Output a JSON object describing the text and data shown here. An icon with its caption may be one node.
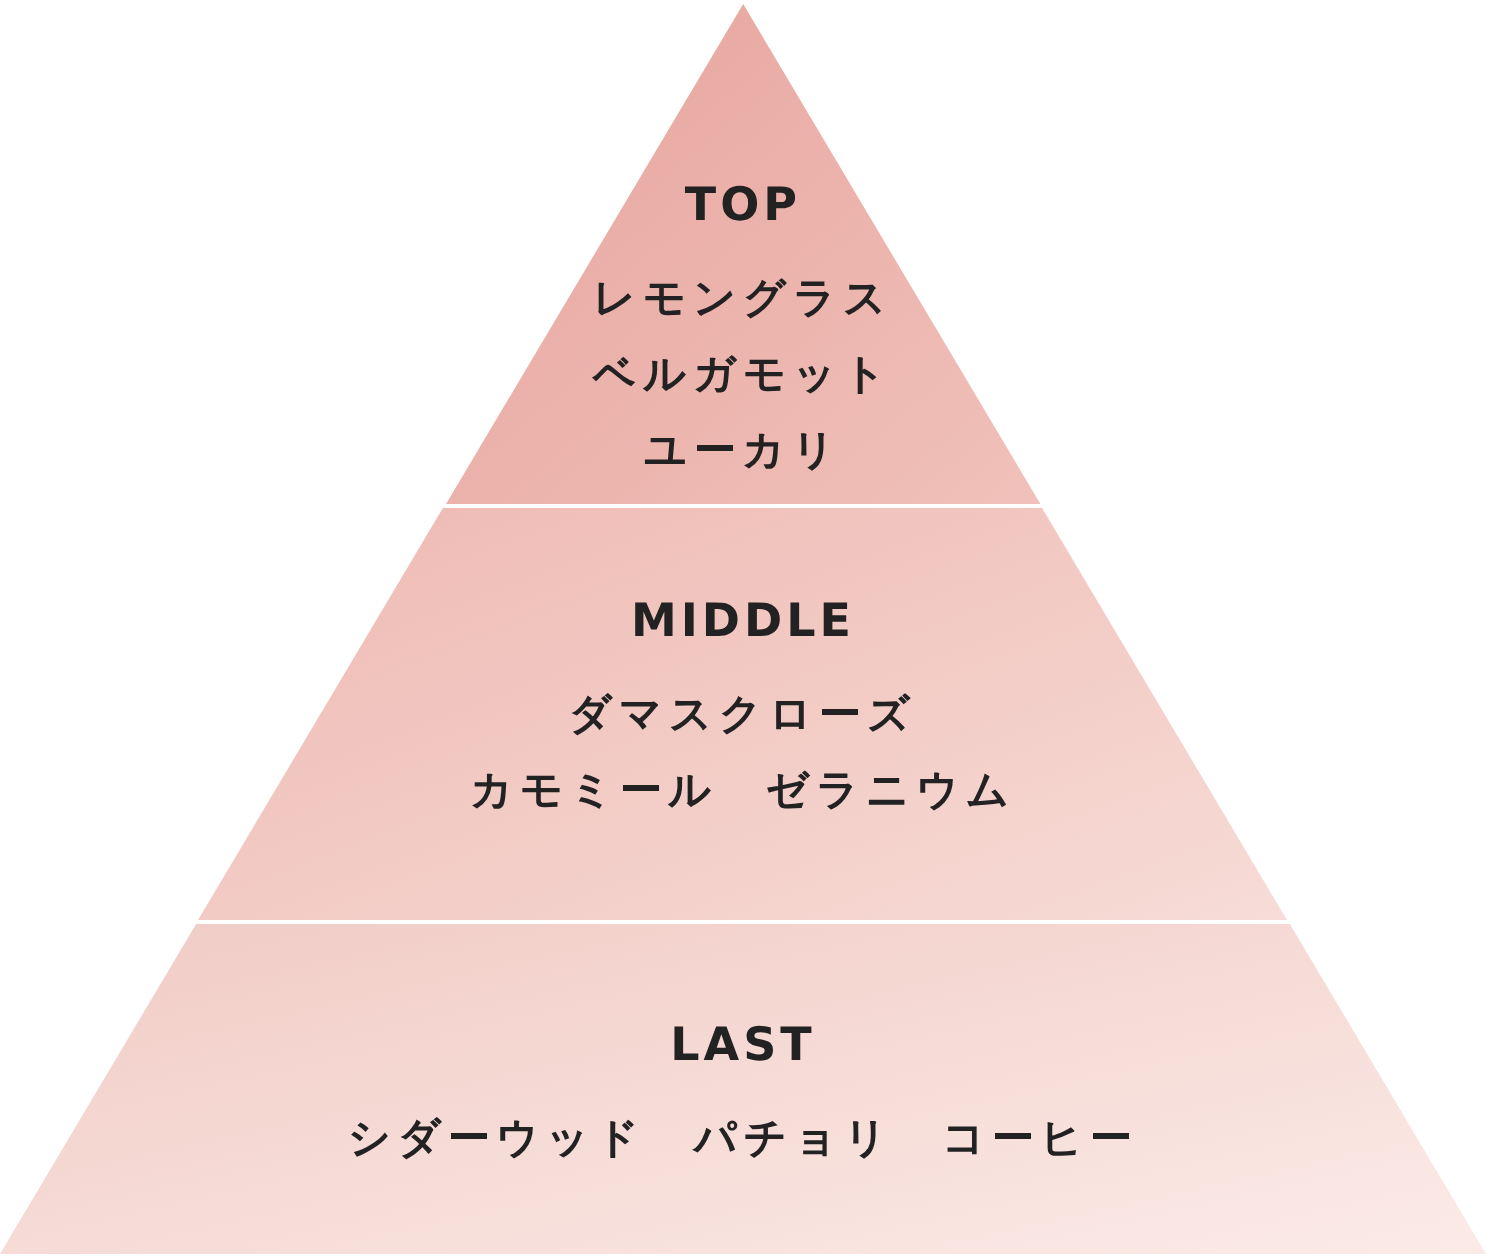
{
  "diagram": {
    "nodes": [
      {
        "text": [
          "TOP",
          "レモングラス",
          "ベルガモット",
          "ユーカリ"
        ]
      },
      {
        "text": [
          "MIDDLE",
          "ダマスクローズ",
          "カモミール　ゼラニウム"
        ]
      },
      {
        "text": [
          "LAST",
          "シダーウッド　パチョリ　コーヒー"
        ]
      }
    ]
  }
}
